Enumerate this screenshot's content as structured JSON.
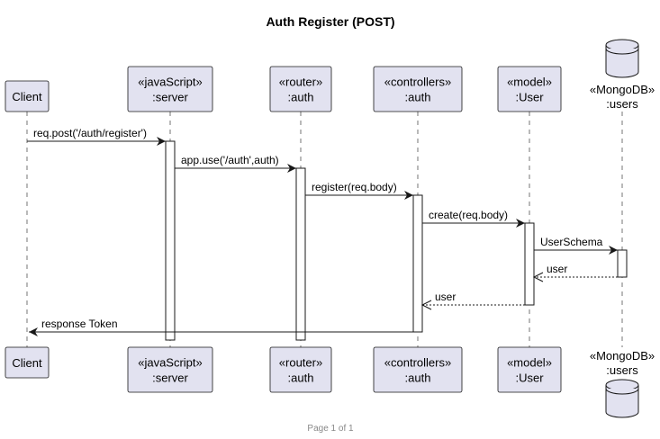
{
  "title": "Auth Register (POST)",
  "participants": [
    {
      "id": "client",
      "label": [
        "Client"
      ]
    },
    {
      "id": "server",
      "label": [
        "«javaScript»",
        ":server"
      ]
    },
    {
      "id": "router",
      "label": [
        "«router»",
        ":auth"
      ]
    },
    {
      "id": "controller",
      "label": [
        "«controllers»",
        ":auth"
      ]
    },
    {
      "id": "model",
      "label": [
        "«model»",
        ":User"
      ]
    },
    {
      "id": "db",
      "label": [
        "«MongoDB»",
        ":users"
      ],
      "kind": "database"
    }
  ],
  "messages": [
    {
      "from": "client",
      "to": "server",
      "label": "req.post('/auth/register')",
      "type": "sync"
    },
    {
      "from": "server",
      "to": "router",
      "label": "app.use('/auth',auth)",
      "type": "sync"
    },
    {
      "from": "router",
      "to": "controller",
      "label": "register(req.body)",
      "type": "sync"
    },
    {
      "from": "controller",
      "to": "model",
      "label": "create(req.body)",
      "type": "sync"
    },
    {
      "from": "model",
      "to": "db",
      "label": "UserSchema",
      "type": "sync"
    },
    {
      "from": "db",
      "to": "model",
      "label": "user",
      "type": "return"
    },
    {
      "from": "model",
      "to": "controller",
      "label": "user",
      "type": "return"
    },
    {
      "from": "controller",
      "to": "client",
      "label": "response Token",
      "type": "sync"
    }
  ],
  "footer": "Page 1 of 1"
}
